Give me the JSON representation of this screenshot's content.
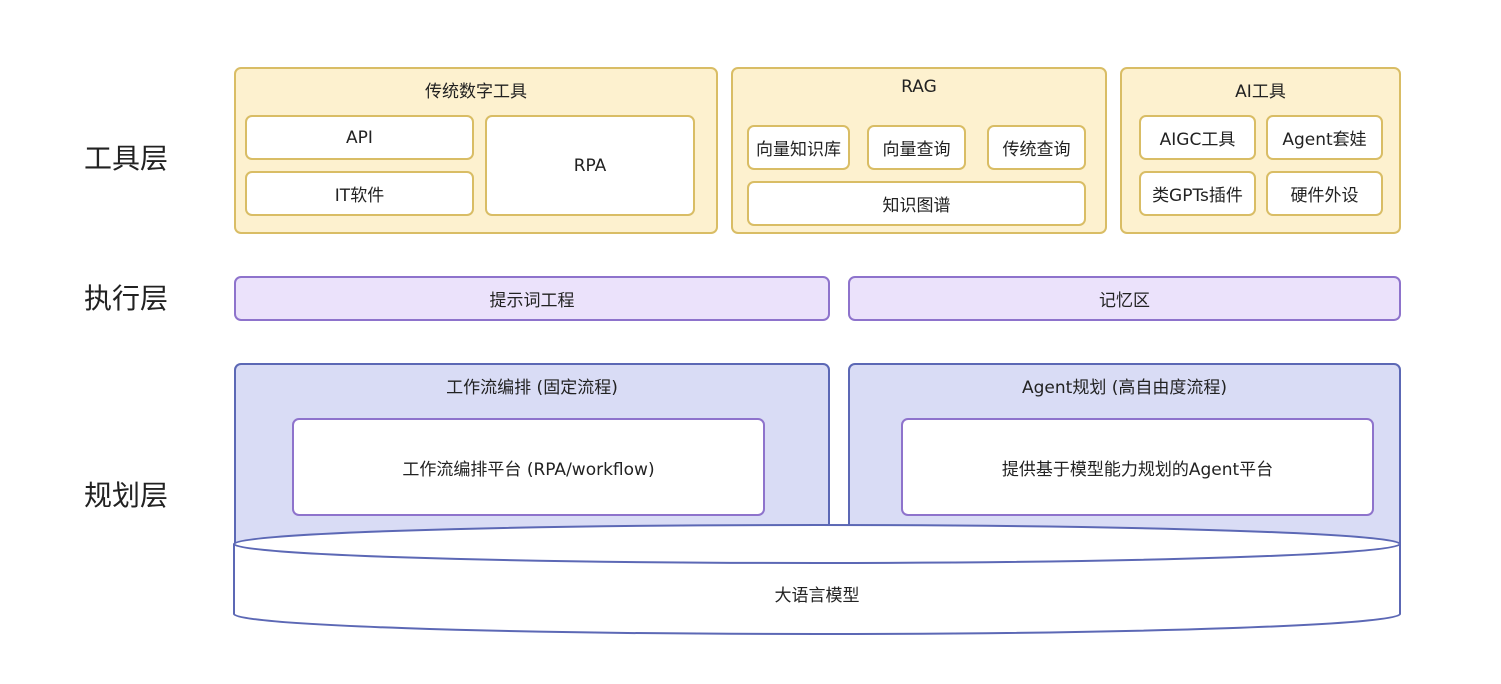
{
  "layers": {
    "tool": "工具层",
    "exec": "执行层",
    "plan": "规划层"
  },
  "tool_layer": {
    "traditional": {
      "title": "传统数字工具",
      "api": "API",
      "it_software": "IT软件",
      "rpa": "RPA"
    },
    "rag": {
      "title": "RAG",
      "vector_kb": "向量知识库",
      "vector_query": "向量查询",
      "traditional_query": "传统查询",
      "knowledge_graph": "知识图谱"
    },
    "ai_tools": {
      "title": "AI工具",
      "aigc": "AIGC工具",
      "agent_nesting": "Agent套娃",
      "gpts_plugin": "类GPTs插件",
      "hardware": "硬件外设"
    }
  },
  "exec_layer": {
    "prompt_engineering": "提示词工程",
    "memory": "记忆区"
  },
  "plan_layer": {
    "workflow": {
      "title": "工作流编排 (固定流程)",
      "platform": "工作流编排平台 (RPA/workflow)"
    },
    "agent": {
      "title": "Agent规划 (高自由度流程)",
      "platform": "提供基于模型能力规划的Agent平台"
    }
  },
  "llm": "大语言模型",
  "colors": {
    "tool_fill": "#fdf1cf",
    "tool_border": "#d9bd65",
    "exec_fill": "#ebe2fb",
    "exec_border": "#8e73cc",
    "plan_fill": "#d9dcf5",
    "plan_border": "#5c68b5"
  }
}
